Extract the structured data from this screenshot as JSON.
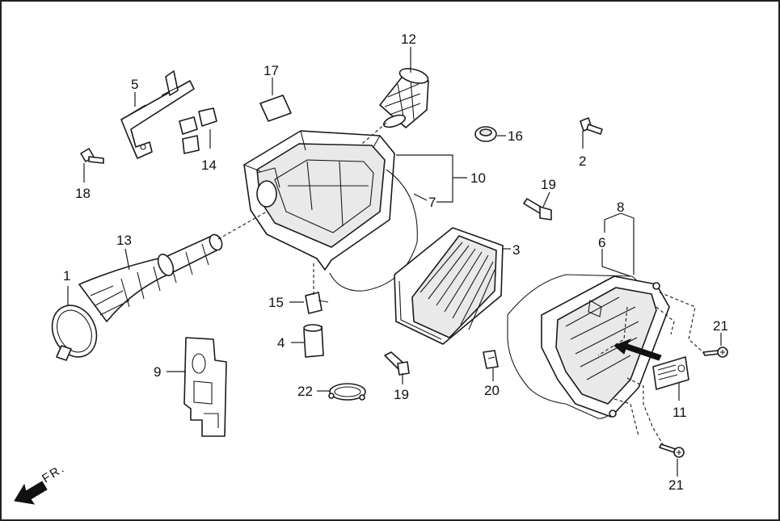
{
  "callouts": {
    "c1": "1",
    "c2": "2",
    "c3": "3",
    "c4": "4",
    "c5": "5",
    "c6": "6",
    "c7": "7",
    "c8": "8",
    "c9": "9",
    "c10": "10",
    "c11": "11",
    "c12": "12",
    "c13": "13",
    "c14": "14",
    "c15": "15",
    "c16": "16",
    "c17": "17",
    "c18": "18",
    "c19a": "19",
    "c19b": "19",
    "c20": "20",
    "c21a": "21",
    "c21b": "21",
    "c22": "22"
  },
  "direction": {
    "label": "FR."
  },
  "icons": {
    "front_arrow": "front-direction-arrow-icon",
    "installation_arrow": "installation-direction-arrow-icon"
  }
}
